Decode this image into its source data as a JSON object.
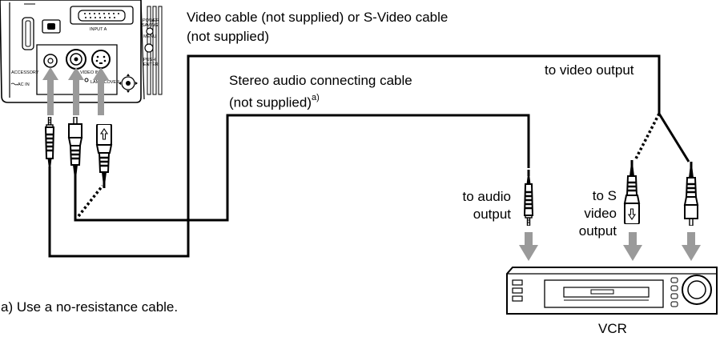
{
  "labels": {
    "video_cable_line1": "Video cable (not supplied) or S-Video cable",
    "video_cable_line2": "(not supplied)",
    "to_video_output": "to video output",
    "audio_cable_line1": "Stereo audio connecting cable",
    "audio_cable_line2": "(not supplied)",
    "audio_cable_footnote_mark": "a)",
    "to_audio_output_line1": "to audio",
    "to_audio_output_line2": "output",
    "to_s_video_output_line1": "to S",
    "to_s_video_output_line2": "video",
    "to_s_video_output_line3": "output",
    "footnote": "a) Use a no-resistance cable.",
    "vcr": "VCR"
  },
  "projector_panel": {
    "input_a": "INPUT A",
    "power_saving_line1": "POWER",
    "power_saving_line2": "SAVING",
    "menu": "MENU",
    "push_enter_line1": "PUSH",
    "push_enter_line2": "ENTER",
    "video_in": "VIDEO IN",
    "lamp_cover": "LAMP/COVER",
    "accessory": "ACCESSORY",
    "ac_in": "AC IN"
  },
  "colors": {
    "line": "#000000",
    "arrow": "#9a9a9a",
    "device_fill": "#ffffff"
  }
}
